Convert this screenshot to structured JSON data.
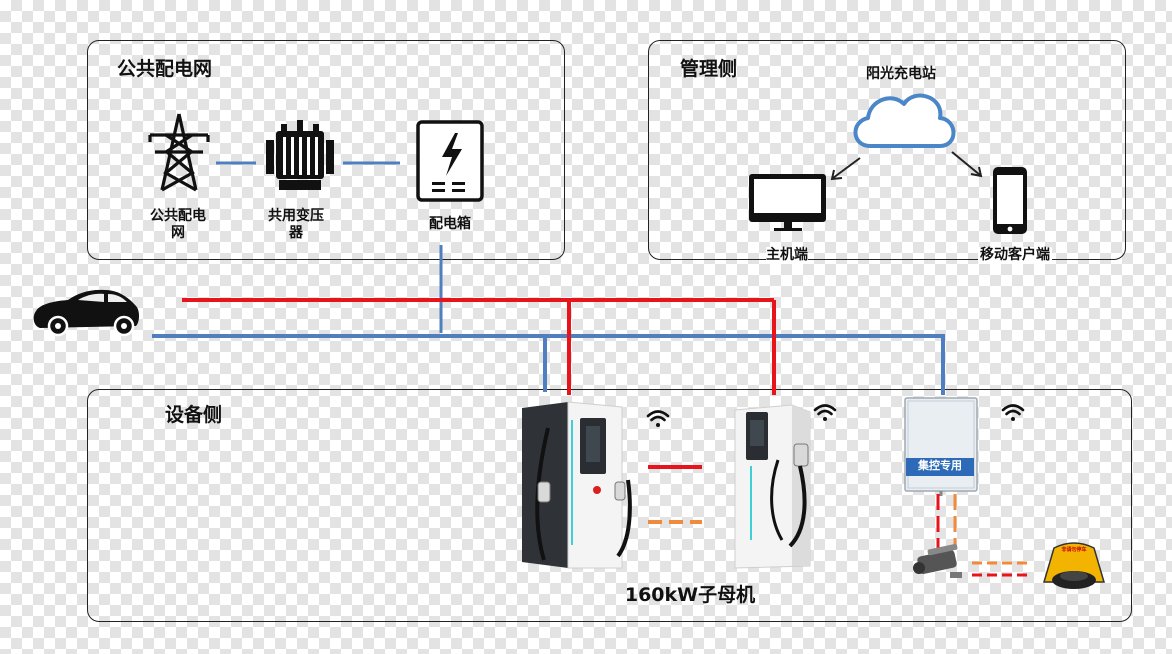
{
  "grid": {
    "title": "公共配电网",
    "items": [
      {
        "label": "公共配电网",
        "icon": "power-tower-icon"
      },
      {
        "label": "共用变压器",
        "icon": "transformer-icon"
      },
      {
        "label": "配电箱",
        "icon": "distribution-box-icon"
      }
    ]
  },
  "management": {
    "title": "管理侧",
    "cloud_label": "阳光充电站",
    "host_label": "主机端",
    "mobile_label": "移动客户端"
  },
  "equipment": {
    "title": "设备侧",
    "charger_caption": "160kW子母机",
    "cabinet_label": "集控专用",
    "parking_lock_text": "非请勿停车"
  },
  "colors": {
    "power_line": "#e8141b",
    "data_line": "#4f7fbf",
    "signal_line": "#f08a3c",
    "cloud": "#4a86c8"
  }
}
